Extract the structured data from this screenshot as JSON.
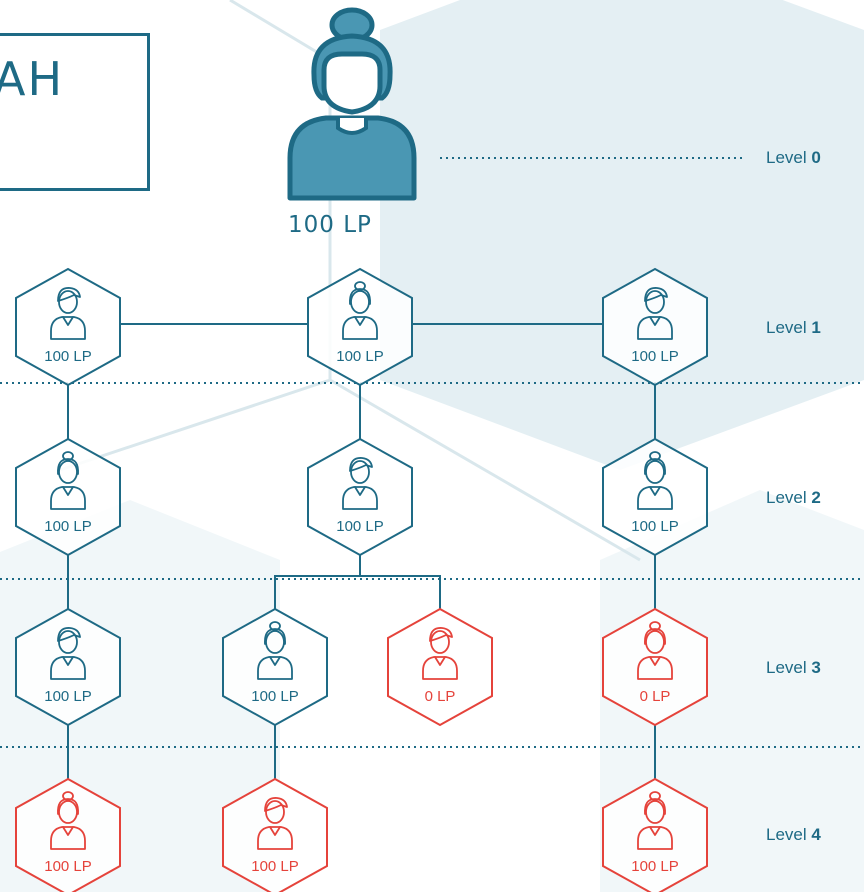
{
  "title_fragment": "AH",
  "root": {
    "lp_label": "100 LP",
    "color": "#1e6a85",
    "fill": "#4a97b3"
  },
  "levels": [
    {
      "prefix": "Level ",
      "number": "0"
    },
    {
      "prefix": "Level ",
      "number": "1"
    },
    {
      "prefix": "Level ",
      "number": "2"
    },
    {
      "prefix": "Level ",
      "number": "3"
    },
    {
      "prefix": "Level ",
      "number": "4"
    }
  ],
  "colors": {
    "teal": "#1e6a85",
    "red": "#e5433b",
    "background_shape": "#e4eff3"
  },
  "nodes": [
    {
      "id": "n1a",
      "level": 1,
      "person": "male",
      "label": "100 LP",
      "status": "active"
    },
    {
      "id": "n1b",
      "level": 1,
      "person": "female",
      "label": "100 LP",
      "status": "active"
    },
    {
      "id": "n1c",
      "level": 1,
      "person": "male",
      "label": "100 LP",
      "status": "active"
    },
    {
      "id": "n2a",
      "level": 2,
      "person": "female",
      "label": "100 LP",
      "status": "active"
    },
    {
      "id": "n2b",
      "level": 2,
      "person": "male",
      "label": "100 LP",
      "status": "active"
    },
    {
      "id": "n2c",
      "level": 2,
      "person": "female",
      "label": "100 LP",
      "status": "active"
    },
    {
      "id": "n3a",
      "level": 3,
      "person": "male",
      "label": "100 LP",
      "status": "active"
    },
    {
      "id": "n3b",
      "level": 3,
      "person": "female",
      "label": "100 LP",
      "status": "active"
    },
    {
      "id": "n3c",
      "level": 3,
      "person": "male",
      "label": "0 LP",
      "status": "inactive"
    },
    {
      "id": "n3d",
      "level": 3,
      "person": "female",
      "label": "0 LP",
      "status": "inactive"
    },
    {
      "id": "n4a",
      "level": 4,
      "person": "female",
      "label": "100 LP",
      "status": "inactive"
    },
    {
      "id": "n4b",
      "level": 4,
      "person": "male",
      "label": "100 LP",
      "status": "inactive"
    },
    {
      "id": "n4c",
      "level": 4,
      "person": "female",
      "label": "100 LP",
      "status": "inactive"
    }
  ]
}
